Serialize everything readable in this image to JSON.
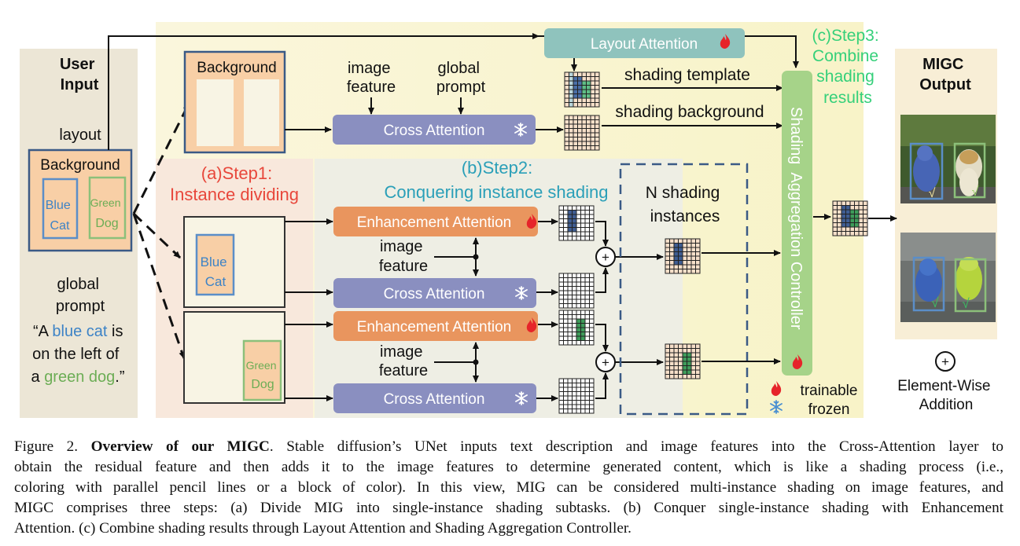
{
  "user_input": {
    "title_line1": "User",
    "title_line2": "Input",
    "layout_label": "layout",
    "background_label": "Background",
    "blue_cat_line1": "Blue",
    "blue_cat_line2": "Cat",
    "green_dog_line1": "Green",
    "green_dog_line2": "Dog",
    "global_prompt_line1": "global",
    "global_prompt_line2": "prompt",
    "prompt_quote_open": "“A ",
    "prompt_blue_cat": "blue cat",
    "prompt_is": " is",
    "prompt_line2": "on the left of",
    "prompt_a": "a ",
    "prompt_green_dog": "green dog",
    "prompt_end": ".”"
  },
  "step1": {
    "title": "(a)Step1:",
    "subtitle": "Instance dividing"
  },
  "step2": {
    "title": "(b)Step2:",
    "subtitle": "Conquering instance shading"
  },
  "step3": {
    "line1": "(c)Step3:",
    "line2": "Combine",
    "line3": "shading",
    "line4": "results"
  },
  "background_panel": {
    "label": "Background"
  },
  "labels": {
    "image_feature_top_1": "image",
    "image_feature_top_2": "feature",
    "global_prompt_top_1": "global",
    "global_prompt_top_2": "prompt",
    "shading_template": "shading template",
    "shading_background": "shading background",
    "n_shading_1": "N shading",
    "n_shading_2": "instances",
    "image_feature_mid_1": "image",
    "image_feature_mid_2": "feature",
    "image_feature_bot_1": "image",
    "image_feature_bot_2": "feature",
    "cat_box_1": "Blue",
    "cat_box_2": "Cat",
    "dog_box_1": "Green",
    "dog_box_2": "Dog"
  },
  "modules": {
    "layout_attention": "Layout Attention",
    "cross_attention_top": "Cross Attention",
    "enhancement_attention_1": "Enhancement Attention",
    "cross_attention_1": "Cross Attention",
    "enhancement_attention_2": "Enhancement Attention",
    "cross_attention_2": "Cross Attention",
    "controller": "Shading  Aggregation Controller"
  },
  "output": {
    "title_line1": "MIGC",
    "title_line2": "Output",
    "check_mark": "√"
  },
  "legend": {
    "trainable": "trainable",
    "frozen": "frozen",
    "plus_symbol": "+",
    "elementwise_line1": "Element-Wise",
    "elementwise_line2": "Addition"
  },
  "icons": {
    "trainable": "flame-icon",
    "frozen": "snowflake-icon"
  },
  "colors": {
    "cross_attention": "#8a8fc0",
    "enhancement_attention": "#e9955e",
    "layout_attention": "#8fc3bd",
    "controller": "#a6d389",
    "step1_red": "#e8473b",
    "step2_teal": "#2a9fb8",
    "step3_green": "#35d07a",
    "blue_text": "#3d83c6",
    "green_text": "#6cad55"
  },
  "caption": {
    "fig_label": "Figure 2.",
    "bold_title": "Overview of our MIGC",
    "l1_rest": ". Stable diffusion’s UNet inputs text description and image features into the Cross-Attention layer to",
    "l2": "obtain the residual feature and then adds it to the image features to determine generated content, which is like a shading process (i.e.,",
    "l3": "coloring with parallel pencil lines or a block of color). In this view, MIG can be considered multi-instance shading on image features, and",
    "l4": "MIGC comprises three steps: (a) Divide MIG into single-instance shading subtasks. (b) Conquer single-instance shading with Enhancement",
    "l5": "Attention. (c) Combine shading results through Layout Attention and Shading Aggregation Controller."
  }
}
